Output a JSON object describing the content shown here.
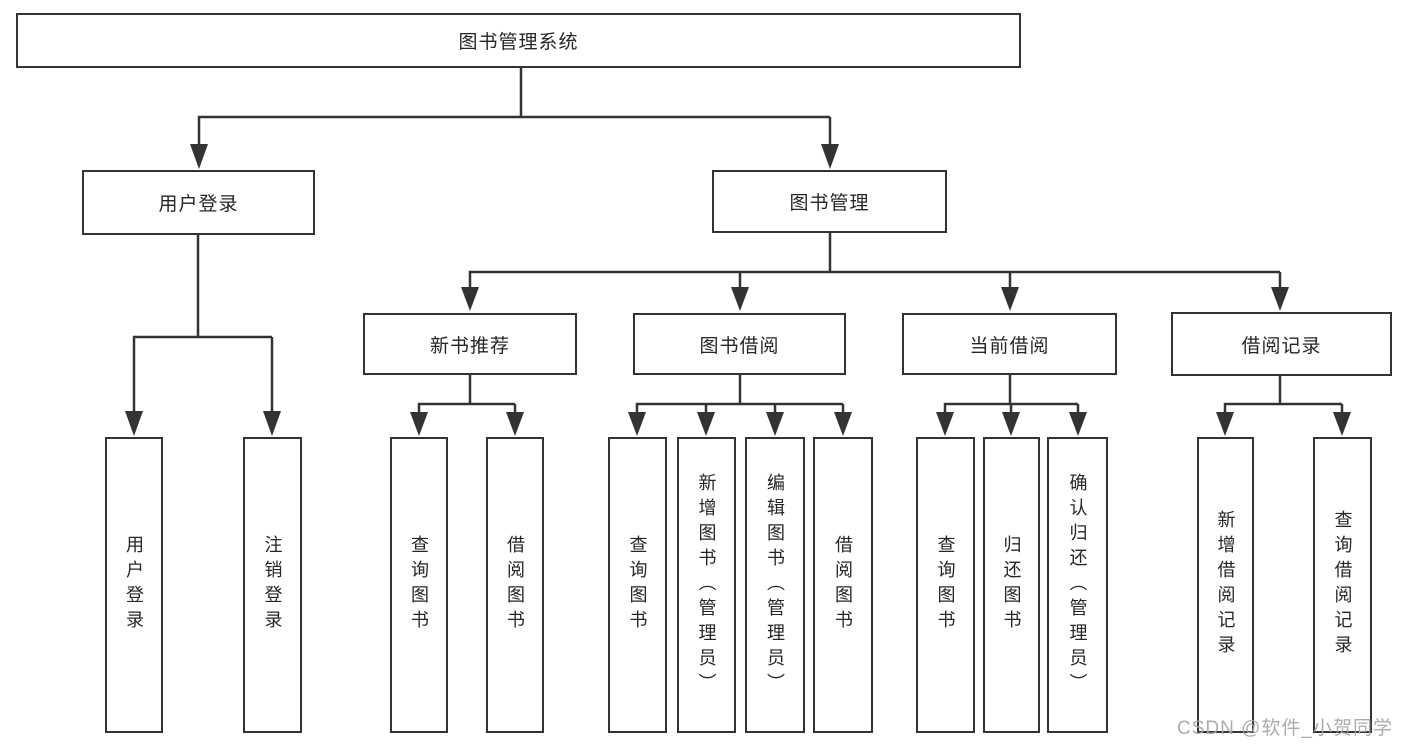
{
  "diagram": {
    "title": "图书管理系统",
    "nodes": {
      "root": {
        "label": "图书管理系统"
      },
      "userLogin": {
        "label": "用户登录"
      },
      "bookMgmt": {
        "label": "图书管理"
      },
      "newBookRec": {
        "label": "新书推荐"
      },
      "bookBorrow": {
        "label": "图书借阅"
      },
      "currentBorrow": {
        "label": "当前借阅"
      },
      "borrowRecord": {
        "label": "借阅记录"
      },
      "leafUserLogin": {
        "label": "用户登录"
      },
      "leafLogout": {
        "label": "注销登录"
      },
      "leafQueryBooks1": {
        "label": "查询图书"
      },
      "leafBorrowBooks1": {
        "label": "借阅图书"
      },
      "leafQueryBooks2": {
        "label": "查询图书"
      },
      "leafAddBooks": {
        "label": "新增图书（管理员）"
      },
      "leafEditBooks": {
        "label": "编辑图书（管理员）"
      },
      "leafBorrowBooks2": {
        "label": "借阅图书"
      },
      "leafQueryBooks3": {
        "label": "查询图书"
      },
      "leafReturnBooks": {
        "label": "归还图书"
      },
      "leafConfirmReturn": {
        "label": "确认归还（管理员）"
      },
      "leafAddBorrowRecord": {
        "label": "新增借阅记录"
      },
      "leafQueryBorrowRecord": {
        "label": "查询借阅记录"
      }
    },
    "edges": [
      {
        "from": "root",
        "to": "userLogin"
      },
      {
        "from": "root",
        "to": "bookMgmt"
      },
      {
        "from": "userLogin",
        "to": "leafUserLogin"
      },
      {
        "from": "userLogin",
        "to": "leafLogout"
      },
      {
        "from": "bookMgmt",
        "to": "newBookRec"
      },
      {
        "from": "bookMgmt",
        "to": "bookBorrow"
      },
      {
        "from": "bookMgmt",
        "to": "currentBorrow"
      },
      {
        "from": "bookMgmt",
        "to": "borrowRecord"
      },
      {
        "from": "newBookRec",
        "to": "leafQueryBooks1"
      },
      {
        "from": "newBookRec",
        "to": "leafBorrowBooks1"
      },
      {
        "from": "bookBorrow",
        "to": "leafQueryBooks2"
      },
      {
        "from": "bookBorrow",
        "to": "leafAddBooks"
      },
      {
        "from": "bookBorrow",
        "to": "leafEditBooks"
      },
      {
        "from": "bookBorrow",
        "to": "leafBorrowBooks2"
      },
      {
        "from": "currentBorrow",
        "to": "leafQueryBooks3"
      },
      {
        "from": "currentBorrow",
        "to": "leafReturnBooks"
      },
      {
        "from": "currentBorrow",
        "to": "leafConfirmReturn"
      },
      {
        "from": "borrowRecord",
        "to": "leafAddBorrowRecord"
      },
      {
        "from": "borrowRecord",
        "to": "leafQueryBorrowRecord"
      }
    ]
  },
  "watermark": {
    "text": "CSDN @软件_小贺同学"
  },
  "colors": {
    "line": "#333333",
    "text": "#262626",
    "box_fill": "#ffffff",
    "background": "#ffffff",
    "watermark": "#a5a5a5"
  }
}
